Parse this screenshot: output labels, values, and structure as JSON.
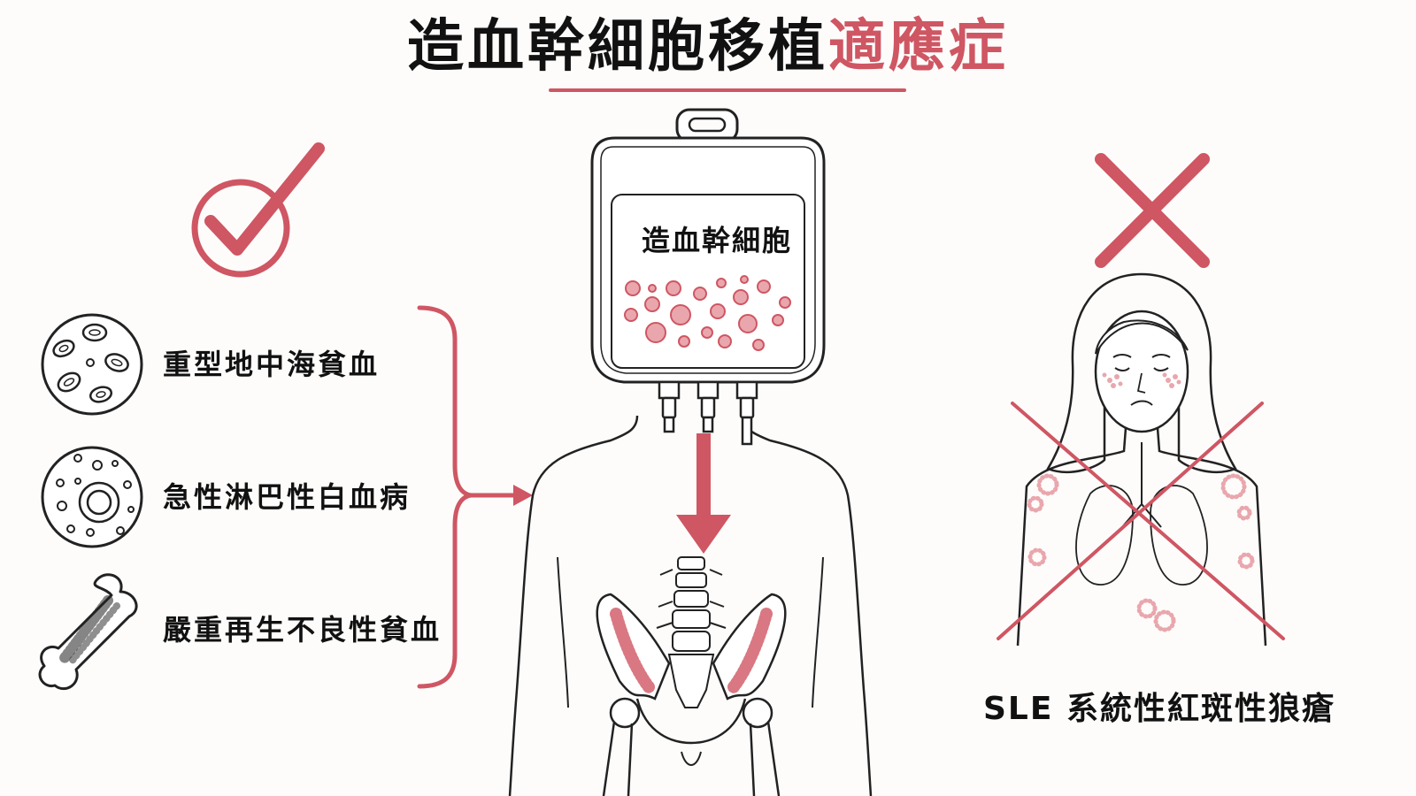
{
  "title": {
    "main": "造血幹細胞移植",
    "accent": "適應症"
  },
  "indications": [
    {
      "label": "重型地中海貧血",
      "icon": "red-blood-cells-icon"
    },
    {
      "label": "急性淋巴性白血病",
      "icon": "leukemia-cells-icon"
    },
    {
      "label": "嚴重再生不良性貧血",
      "icon": "bone-marrow-icon"
    }
  ],
  "bag": {
    "label": "造血幹細胞"
  },
  "contraindication": {
    "label": "SLE 系統性紅斑性狼瘡"
  },
  "colors": {
    "accent": "#cf5663",
    "ink": "#111111",
    "line": "#333333"
  },
  "icons": {
    "check": "check-circle-icon",
    "cross": "cross-icon"
  }
}
